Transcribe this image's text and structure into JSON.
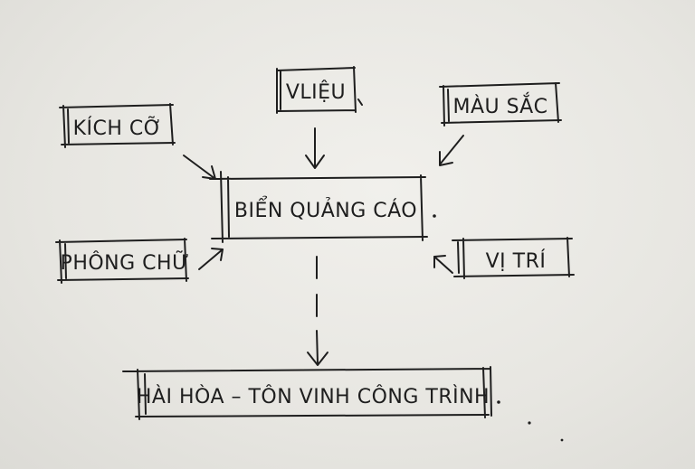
{
  "diagram": {
    "center": "BIỂN QUẢNG CÁO",
    "material": "VLIỆU",
    "size": "KÍCH CỠ",
    "color": "MÀU SẮC",
    "font": "PHÔNG CHỮ",
    "position": "VỊ TRÍ",
    "result": "HÀI HÒA – TÔN VINH CÔNG TRÌNH"
  }
}
